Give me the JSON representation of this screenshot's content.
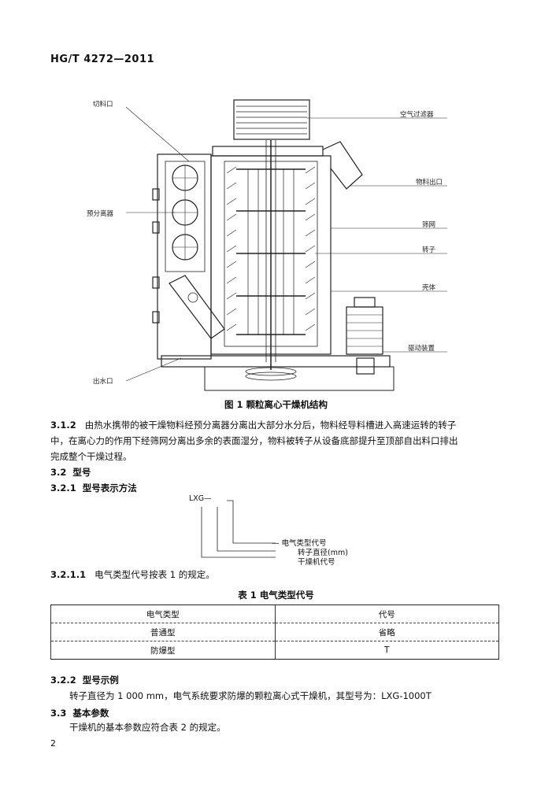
{
  "header": {
    "standard_code": "HG/T 4272—2011"
  },
  "figure": {
    "labels_left": [
      "切料口",
      "预分离器",
      "出水口"
    ],
    "labels_right": [
      "空气过滤器",
      "物料出口",
      "筛网",
      "转子",
      "壳体",
      "驱动装置"
    ],
    "caption": "图 1   颗粒离心干燥机结构"
  },
  "section_312": {
    "number": "3.1.2",
    "text_line1": "由热水携带的被干燥物料经预分离器分离出大部分水分后，物料经导料槽进入高速运转的转子",
    "text_line2": "中，在离心力的作用下经筛网分离出多余的表面湿分，物料被转子从设备底部提升至顶部自出料口排出",
    "text_line3": "完成整个干燥过程。"
  },
  "section_32": {
    "number": "3.2",
    "title": "型号"
  },
  "section_321": {
    "number": "3.2.1",
    "title": "型号表示方法"
  },
  "model_format": {
    "prefix": "LXG",
    "dash": "—",
    "line1": "— 电气类型代号",
    "line2": "转子直径(mm)",
    "line3": "干燥机代号"
  },
  "section_3211": {
    "number": "3.2.1.1",
    "text": "电气类型代号按表 1 的规定。"
  },
  "table1": {
    "title": "表 1   电气类型代号",
    "headers": [
      "电气类型",
      "代号"
    ],
    "rows": [
      [
        "普通型",
        "省略"
      ],
      [
        "防爆型",
        "T"
      ]
    ]
  },
  "section_322": {
    "number": "3.2.2",
    "title": "型号示例"
  },
  "example_text": "转子直径为 1 000 mm，电气系统要求防爆的颗粒离心式干燥机，其型号为：LXG-1000T",
  "section_33": {
    "number": "3.3",
    "title": "基本参数"
  },
  "params_text": "干燥机的基本参数应符合表 2 的规定。",
  "page_number": "2"
}
